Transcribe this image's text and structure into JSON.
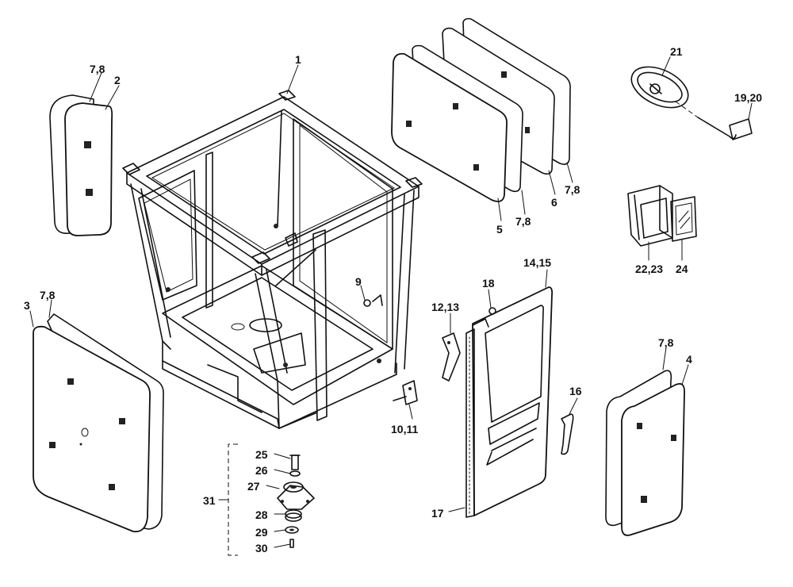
{
  "diagram": {
    "labels": {
      "l1": "1",
      "l2": "2",
      "l3": "3",
      "l4": "4",
      "l5": "5",
      "l6": "6",
      "l78_top_left": "7,8",
      "l78_mid_left": "7,8",
      "l78_right": "7,8",
      "l78_top_a": "7,8",
      "l78_top_b": "7,8",
      "l9": "9",
      "l1011": "10,11",
      "l1213": "12,13",
      "l1415": "14,15",
      "l16": "16",
      "l17": "17",
      "l18": "18",
      "l1920": "19,20",
      "l21": "21",
      "l2223": "22,23",
      "l24": "24",
      "l25": "25",
      "l26": "26",
      "l27": "27",
      "l28": "28",
      "l29": "29",
      "l30": "30",
      "l31": "31"
    }
  }
}
